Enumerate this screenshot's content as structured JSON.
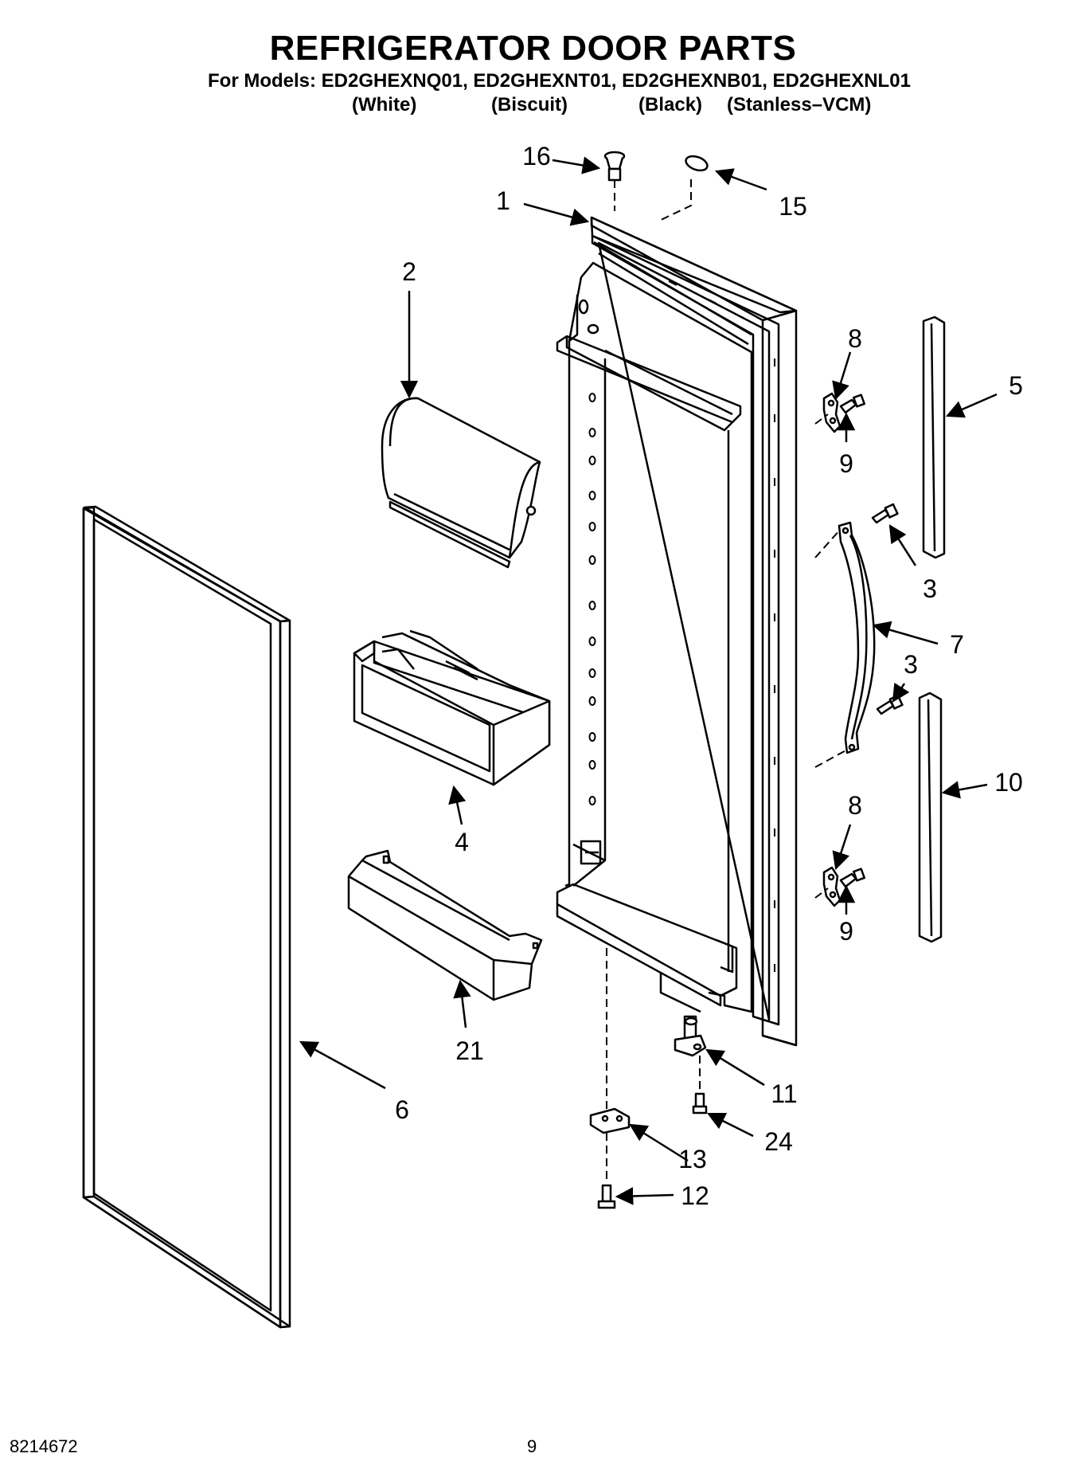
{
  "header": {
    "title": "REFRIGERATOR DOOR PARTS",
    "models_line": "For Models: ED2GHEXNQ01, ED2GHEXNT01, ED2GHEXNB01, ED2GHEXNL01",
    "colors": [
      "(White)",
      "(Biscuit)",
      "(Black)",
      "(Stanless–VCM)"
    ]
  },
  "callouts": {
    "door": "1",
    "dairy_door": "2",
    "screw_handle_top": "3",
    "screw_handle_bottom": "3",
    "door_bin": "4",
    "trim_top": "5",
    "gasket": "6",
    "handle": "7",
    "hinge_top": "8",
    "hinge_bottom": "8",
    "screw_hinge_top": "9",
    "screw_hinge_bottom": "9",
    "trim_bottom": "10",
    "bottom_hinge": "11",
    "screw_bracket": "12",
    "bracket": "13",
    "plug": "15",
    "bushing": "16",
    "bin_rail": "21",
    "screw_hinge": "24"
  },
  "footer": {
    "doc_number": "8214672",
    "page_number": "9"
  }
}
